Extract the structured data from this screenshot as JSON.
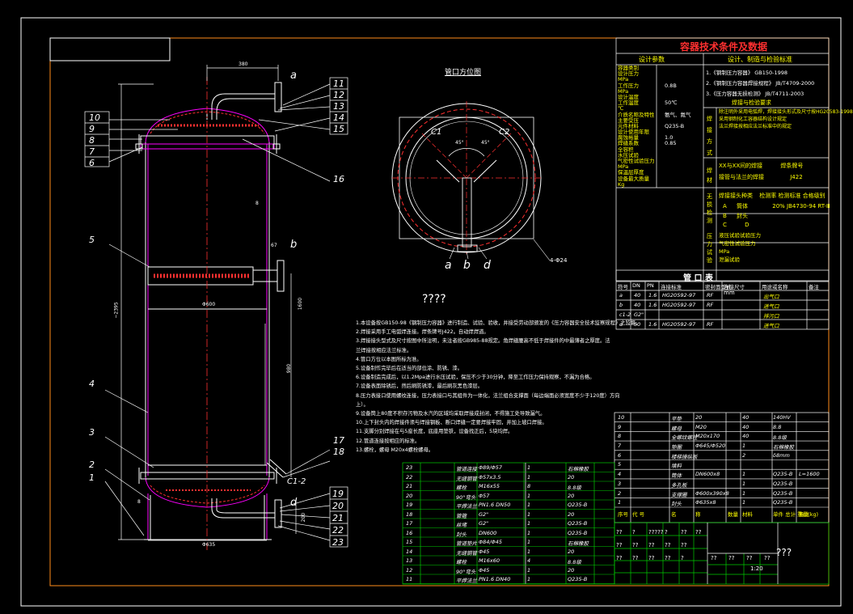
{
  "title": {
    "conditions": "容器技术条件及数据",
    "nozzle_table": "管 口 表",
    "orientation": "管口方位图",
    "question_mark": "????",
    "drawing_name": "???"
  },
  "colors": {
    "background": "#000000",
    "frame": "#ffffff",
    "drawing_border": "#ff8c1a",
    "vessel": "#ff00ff",
    "dimension": "#ffffff",
    "centerline": "#ff3030",
    "text_yellow": "#ffff00",
    "text_cyan": "#00ffff",
    "text_green": "#00ff00",
    "grid": "#00cc00"
  },
  "design": {
    "col_left": "设计参数",
    "col_right": "设计、制造与检验标准",
    "left_rows": [
      {
        "label": "容器类别",
        "value": ""
      },
      {
        "label": "设计压力",
        "value": ""
      },
      {
        "label": "MPa",
        "value": ""
      },
      {
        "label": "工作压力",
        "value": "0.8B"
      },
      {
        "label": "MPa",
        "value": ""
      },
      {
        "label": "设计温度",
        "value": ""
      },
      {
        "label": "工作温度",
        "value": "50℃"
      },
      {
        "label": "℃",
        "value": ""
      },
      {
        "label": "介质名称及特性",
        "value": "氨气、氮气"
      },
      {
        "label": "主要受压",
        "value": ""
      },
      {
        "label": "元件材料",
        "value": "Q235-B"
      },
      {
        "label": "设计使用年限",
        "value": ""
      },
      {
        "label": "腐蚀裕量",
        "value": "1.0"
      },
      {
        "label": "焊缝系数",
        "value": "0.85"
      },
      {
        "label": "全容积",
        "value": ""
      },
      {
        "label": "水压试验",
        "value": ""
      },
      {
        "label": "气密性试验压力",
        "value": ""
      },
      {
        "label": "MPa",
        "value": ""
      },
      {
        "label": "保温层厚度",
        "value": ""
      },
      {
        "label": "设备最大质量",
        "value": ""
      },
      {
        "label": "Kg",
        "value": ""
      }
    ],
    "standards": [
      "1.《钢制压力容器》 GB150-1998",
      "2.《钢制压力容器焊接规程》 JB/T4709-2000",
      "3.《压力容器无损检测》 JB/T4711-2003"
    ],
    "weld_header": "焊接与检验要求",
    "weld_side": "焊接方式",
    "weld_text": [
      "除注明外采用电弧焊，焊接接头形式及尺寸按HG20583-1998",
      "采用钢制化工容器结构设计规定",
      "法兰焊接按相应法兰标准中的规定"
    ],
    "welder_side": "焊材",
    "welder_row": [
      "XX与XX间的焊接",
      "焊条牌号"
    ],
    "welder_row2": [
      "接管与法兰的焊接",
      "J422"
    ],
    "ndt_side": "无损检测",
    "ndt_header": [
      "焊接接头种类",
      "检测率 检测标准 合格级别"
    ],
    "ndt_A": [
      "A",
      "筒体",
      "20%  JB4730-94  RT-Ⅲ"
    ],
    "ndt_B": [
      "B",
      "封头",
      ""
    ],
    "ndt_CD": [
      "C",
      "D"
    ],
    "press_side": "压力试验",
    "press_rows": [
      "液压试验试验压力",
      "气密性试验压力",
      "MPa",
      "泄漏试验"
    ]
  },
  "nozzles": {
    "header": [
      "符号",
      "DN",
      "PN",
      "连接标准",
      "密封面型式",
      "连接尺寸",
      "用途或名称",
      "备注"
    ],
    "unit_note": "mm",
    "rows": [
      [
        "a",
        "40",
        "1.6",
        "HG20592-97",
        "RF",
        "",
        "出气口",
        ""
      ],
      [
        "b",
        "40",
        "1.6",
        "HG20592-97",
        "RF",
        "",
        "进气口",
        ""
      ],
      [
        "c1-2",
        "G2\"",
        "",
        "",
        "",
        "",
        "排污口",
        ""
      ],
      [
        "d",
        "50",
        "1.6",
        "HG20592-97",
        "RF",
        "",
        "进气口",
        ""
      ]
    ]
  },
  "notes": [
    "1.本设备按GB150-98《钢制压力容器》进行制造、试验、验收，并接受劳动部颁发的《压力容器安全技术监察规程》之监督。",
    "2.焊接采用手工电弧焊连接。焊条牌号J422。自动焊焊道。",
    "3.焊接接头型式及尺寸按图中所注明，未注者按GB985-88规定。角焊缝腰高不低于焊接件的中最薄者之厚度。法",
    "兰焊接按相应法兰标准。",
    "4.管口方位以本图所标为准。",
    "5.设备制作完毕后在适当的部位涂、防锈、漆。",
    "6.设备制造完成后，以1.2Mpa进行水压试验，保压不少于30分钟，降至工作压力保持观察，不漏为合格。",
    "7.设备表面除锈后，然后刷防锈漆，最后刷灰黑色漆层。",
    "8.压力表接口使用螺纹连接，压力表接口与其组件为一体化，法兰组合支撑面（每边端面必须宽度不少于120度）方向",
    "上）。",
    "9.设备筒上80度不积存污物及水汽的区域均采取焊接成封闭，不得施工处导致漏气。",
    "10.上下封头内的焊接件须与焊接钢板、断口焊缝一定要焊接牢固，并加上坡口焊接。",
    "11.支脚分别焊接在与5座长度，底座用垫铁，设备找正后，5块均焊。",
    "12.管道连接按相应的标准。",
    "13.螺栓，螺母 M20x4螺栓螺母。"
  ],
  "parts_upper": {
    "rows": [
      [
        "10",
        "",
        "平垫",
        "20",
        "",
        "40",
        "140HV",
        ""
      ],
      [
        "9",
        "",
        "螺母",
        "M20",
        "",
        "40",
        "8.8",
        ""
      ],
      [
        "8",
        "",
        "全螺纹螺柱",
        "M20x170",
        "",
        "40",
        "8.8级",
        ""
      ],
      [
        "7",
        "",
        "垫圈",
        "Φ645/Φ520",
        "",
        "1",
        "石棉橡胶",
        ""
      ],
      [
        "6",
        "",
        "楼梯操纵板",
        "",
        "",
        "2",
        "δ8mm",
        ""
      ],
      [
        "5",
        "",
        "填料",
        "",
        "",
        "",
        "",
        ""
      ],
      [
        "4",
        "",
        "筒体",
        "DN600x8",
        "",
        "1",
        "Q235-B",
        "L=1600"
      ],
      [
        "3",
        "",
        "多孔板",
        "",
        "",
        "1",
        "Q235-B",
        ""
      ],
      [
        "2",
        "",
        "支撑圈",
        "Φ600x390x8",
        "",
        "1",
        "Q235-B",
        ""
      ],
      [
        "1",
        "",
        "封头",
        "Φ635x8",
        "",
        "1",
        "Q235-B",
        ""
      ]
    ],
    "header": [
      "序号",
      "代  号",
      "名",
      "称",
      "数量",
      "材料",
      "单件 总计 重量(kg)",
      "备注"
    ]
  },
  "parts_lower": {
    "rows": [
      [
        "23",
        "",
        "管道连接",
        "Φ89/Φ57",
        "1",
        "石棉橡胶",
        ""
      ],
      [
        "22",
        "",
        "无缝钢管",
        "Φ57x3.5",
        "1",
        "20",
        ""
      ],
      [
        "21",
        "",
        "螺栓",
        "M16x55",
        "8",
        "8.8级",
        ""
      ],
      [
        "20",
        "",
        "90°弯头",
        "Φ57",
        "1",
        "20",
        ""
      ],
      [
        "19",
        "",
        "平焊法兰",
        "PN1.6 DN50",
        "1",
        "Q235-B",
        ""
      ],
      [
        "18",
        "",
        "管箍",
        "G2\"",
        "1",
        "20",
        ""
      ],
      [
        "17",
        "",
        "丝堵",
        "G2\"",
        "1",
        "Q235-B",
        ""
      ],
      [
        "16",
        "",
        "封头",
        "DN600",
        "1",
        "Q235-B",
        ""
      ],
      [
        "15",
        "",
        "管道垫片",
        "Φ84/Φ45",
        "1",
        "石棉橡胶",
        ""
      ],
      [
        "14",
        "",
        "无缝钢管",
        "Φ45",
        "1",
        "20",
        ""
      ],
      [
        "13",
        "",
        "螺栓",
        "M16x60",
        "4",
        "8.8级",
        ""
      ],
      [
        "12",
        "",
        "90°弯头",
        "Φ45",
        "1",
        "20",
        ""
      ],
      [
        "11",
        "",
        "平焊法兰",
        "PN1.6 DN40",
        "1",
        "Q235-B",
        ""
      ]
    ]
  },
  "titleblock": {
    "cells": [
      "??",
      "?",
      "?????",
      "?",
      "??",
      "??",
      "??",
      "??",
      "??",
      "??",
      "??",
      "??",
      "??",
      "??",
      "??",
      "?"
    ],
    "scale": "1:20",
    "drawing_name": "???"
  },
  "callouts": {
    "left": [
      "10",
      "9",
      "8",
      "7",
      "6",
      "5",
      "4",
      "3",
      "2",
      "1"
    ],
    "right_top": [
      "11",
      "12",
      "13",
      "14",
      "15"
    ],
    "right_mid": [
      "16"
    ],
    "right_bot": [
      "17",
      "18"
    ],
    "right_bottom": [
      "19",
      "20",
      "21",
      "22",
      "23"
    ],
    "nozzle_a": "a",
    "nozzle_b": "b",
    "nozzle_c": "C1-2",
    "nozzle_d": "d",
    "orient_labels": [
      "a",
      "b",
      "d"
    ],
    "orient_c1": "C1",
    "orient_c2": "C2",
    "angle_left": "45°",
    "angle_right": "45°",
    "bolt_note": "4-Φ24"
  },
  "dims": {
    "top_width": "380",
    "inner_dia": "Φ600",
    "base_dia": "Φ635",
    "total_height": "~2395",
    "h1": "1600",
    "h2": "980",
    "small_a": "8",
    "small_b": "67",
    "bot_h": "200",
    "bot_small": "8"
  }
}
